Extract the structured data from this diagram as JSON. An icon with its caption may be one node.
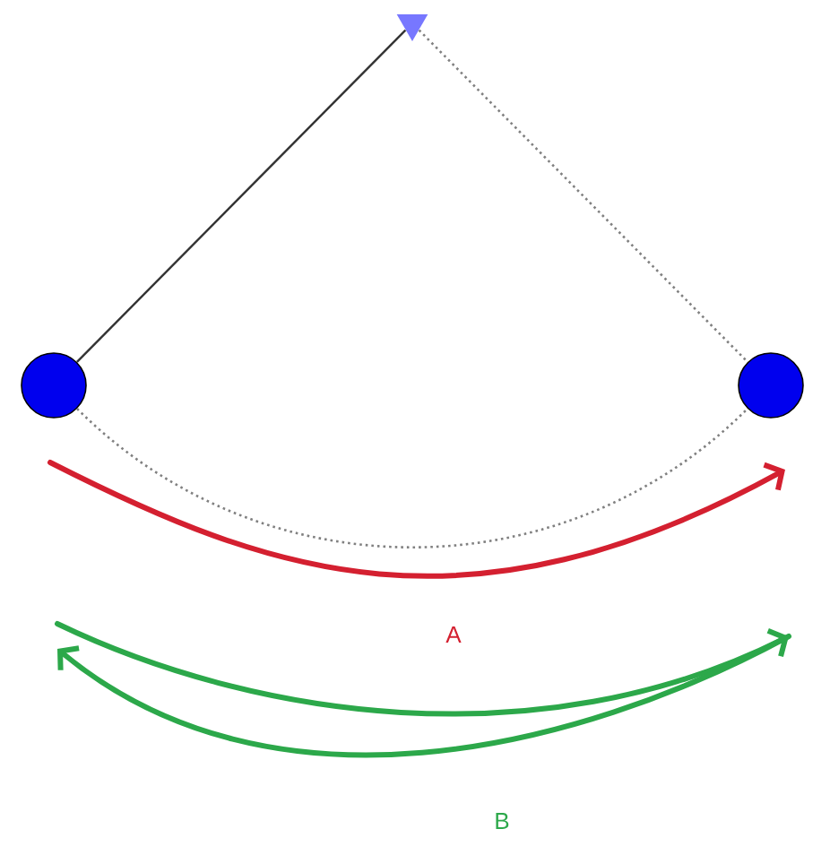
{
  "diagram": {
    "nodes": [
      {
        "text": [],
        "shape": "triangle"
      },
      {
        "text": [],
        "shape": "circle"
      },
      {
        "text": [],
        "shape": "circle"
      }
    ],
    "edges": [
      {
        "from": 0,
        "to": 1,
        "arrow": "none"
      },
      {
        "from": 0,
        "to": 2,
        "arrow": "none",
        "style": "dashed"
      },
      {
        "from": 1,
        "to": 2,
        "arrow": "none",
        "style": "dashed"
      }
    ],
    "labels": [
      "A",
      "B"
    ]
  }
}
